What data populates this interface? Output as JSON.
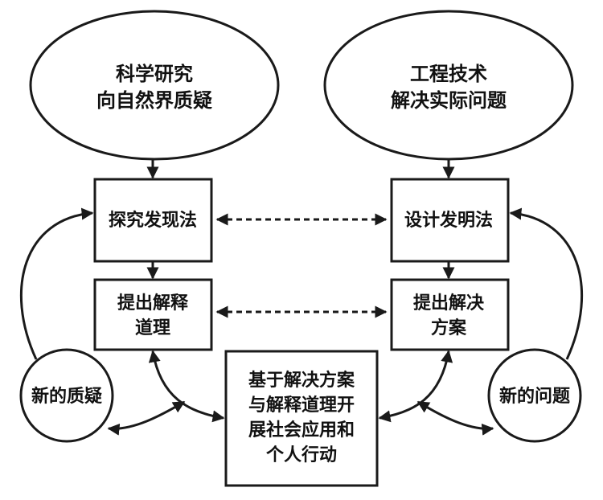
{
  "nodes": {
    "science": {
      "line1": "科学研究",
      "line2": "向自然界质疑"
    },
    "engineering": {
      "line1": "工程技术",
      "line2": "解决实际问题"
    },
    "inquiry_method": {
      "label": "探究发现法"
    },
    "design_method": {
      "label": "设计发明法"
    },
    "explanation": {
      "line1": "提出解释",
      "line2": "道理"
    },
    "solution": {
      "line1": "提出解决",
      "line2": "方案"
    },
    "application": {
      "line1": "基于解决方案",
      "line2": "与解释道理开",
      "line3": "展社会应用和",
      "line4": "个人行动"
    },
    "new_question": {
      "label": "新的质疑"
    },
    "new_problem": {
      "label": "新的问题"
    }
  }
}
